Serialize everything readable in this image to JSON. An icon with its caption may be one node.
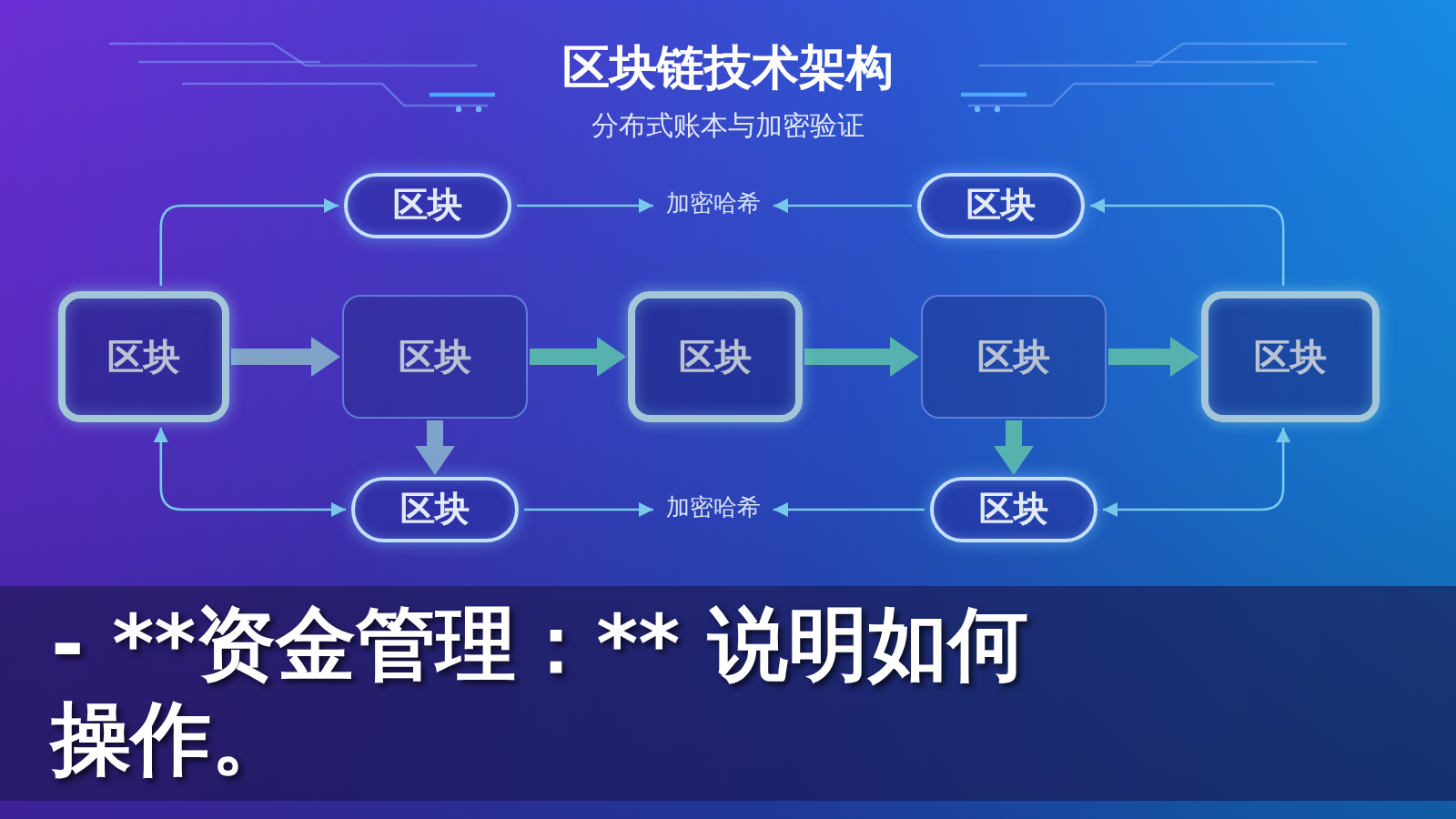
{
  "diagram": {
    "title": "区块链技术架构",
    "nodes": [
      {
        "text": [
          "区块"
        ]
      },
      {
        "text": [
          "加密哈希"
        ]
      },
      {
        "text": [
          "区块"
        ]
      },
      {
        "text": [
          "区块"
        ]
      },
      {
        "text": [
          "区块"
        ]
      },
      {
        "text": [
          "区块"
        ]
      },
      {
        "text": [
          "区块"
        ]
      },
      {
        "text": [
          "区块"
        ]
      },
      {
        "text": [
          "区块"
        ]
      },
      {
        "text": [
          "加密哈希"
        ]
      },
      {
        "text": [
          "区块"
        ]
      }
    ],
    "edges": [
      {
        "from": 3,
        "to": 4,
        "arrow": "to",
        "style": "thick",
        "color": "#7fa3c9"
      },
      {
        "from": 4,
        "to": 5,
        "arrow": "to",
        "style": "thick",
        "color": "#55b2ae"
      },
      {
        "from": 5,
        "to": 6,
        "arrow": "to",
        "style": "thick",
        "color": "#55b2ae"
      },
      {
        "from": 6,
        "to": 7,
        "arrow": "to",
        "style": "thick",
        "color": "#55b2ae"
      },
      {
        "from": 4,
        "to": 8,
        "arrow": "to",
        "style": "thick",
        "color": "#7fa3c9"
      },
      {
        "from": 6,
        "to": 10,
        "arrow": "to",
        "style": "thick",
        "color": "#55b2ae"
      },
      {
        "from": 3,
        "to": 0,
        "arrow": "to"
      },
      {
        "from": 0,
        "to": 1,
        "arrow": "to"
      },
      {
        "from": 2,
        "to": 1,
        "arrow": "to"
      },
      {
        "from": 7,
        "to": 2,
        "arrow": "to"
      },
      {
        "from": 3,
        "to": 8,
        "arrow": "both"
      },
      {
        "from": 10,
        "to": 7,
        "arrow": "both"
      },
      {
        "from": 8,
        "to": 9,
        "arrow": "to"
      },
      {
        "from": 10,
        "to": 9,
        "arrow": "to"
      }
    ],
    "labels": [
      "分布式账本与加密验证",
      "- **资金管理：** 说明如何",
      "操作。"
    ]
  }
}
